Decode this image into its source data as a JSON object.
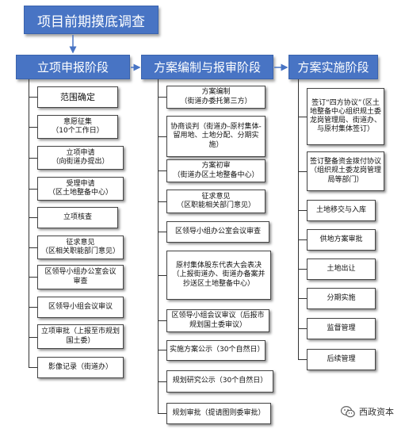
{
  "title": "项目前期摸底调查",
  "stages": [
    {
      "label": "立项申报阶段",
      "items": [
        "范围确定",
        "意愿征集\n（10个工作日）",
        "立项申请\n（向街道办提出）",
        "受理申请\n（区土地整备中心）",
        "立项核查",
        "征求意见\n（区相关职能部门意见）",
        "区领导小组办公室会议\n审查",
        "区领导小组会议审议",
        "立项审批（上报至市规划国土委）",
        "影像记录（街道办）"
      ]
    },
    {
      "label": "方案编制与报审阶段",
      "items": [
        "方案编制\n（街道办委托第三方）",
        "协商谈判（街道办-原村集体-留用地、土地分配、分期实施）",
        "方案初审\n（街道办区土地整备中心）",
        "征求意见\n（区职能相关部门意见）",
        "区领导小组办公室会议审查",
        "原村集体股东代表大会表决\n（上报街道办、街道办备案并抄送区土地整备中心）",
        "区领导小组会议审议（后报市规划国土委审议）",
        "实施方案公示（30个自然日）",
        "规划研究公示（30个自然日）",
        "规划审批（提请图则委审批）"
      ]
    },
    {
      "label": "方案实施阶段",
      "items": [
        "签订“四方协议”（区土地整备中心组织规土委龙岗管理局、街道办、与原村集体签订）",
        "签订整备资金拨付协议（组织规土委龙岗管理局等部门）",
        "土地移交与入库",
        "供地方案审批",
        "土地出让",
        "分期实施",
        "监督管理",
        "后续管理"
      ]
    }
  ],
  "watermark": {
    "icon": "wechat-icon",
    "text": "西政资本"
  },
  "colors": {
    "header_fill": "#4874c4",
    "header_text": "#ffffff",
    "line": "#333333"
  }
}
